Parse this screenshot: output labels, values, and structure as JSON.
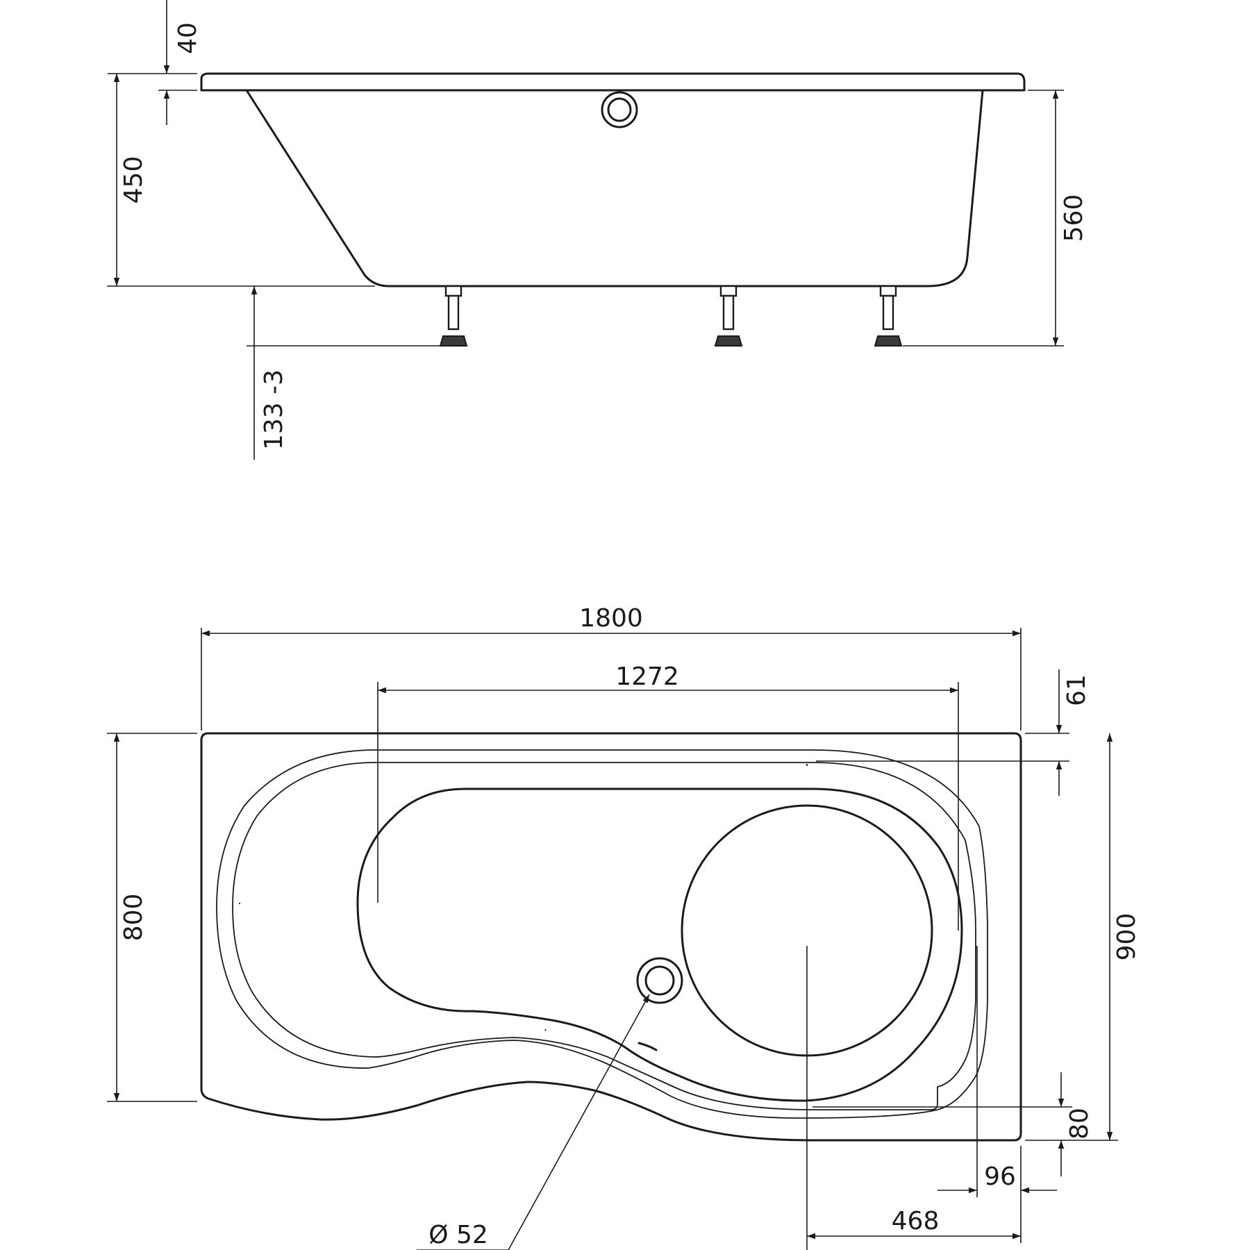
{
  "side_view": {
    "dim_rim": "40",
    "dim_depth": "450",
    "dim_total_height": "560",
    "dim_leg": "133 -3"
  },
  "top_view": {
    "dim_length": "1800",
    "dim_inner_length": "1272",
    "dim_offset_top": "61",
    "dim_width_narrow": "800",
    "dim_width_wide": "900",
    "dim_offset_bottom": "80",
    "dim_offset_right": "96",
    "dim_drain_to_edge": "468",
    "dim_drain_diameter": "Ø 52"
  },
  "colors": {
    "line": "#1a1a1a",
    "background": "#ffffff"
  }
}
